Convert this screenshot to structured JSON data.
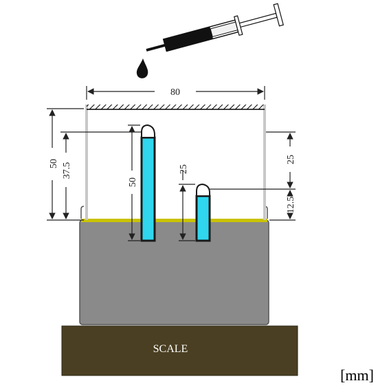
{
  "diagram": {
    "scale_label": "SCALE",
    "units_label": "[mm]",
    "dimensions": {
      "chamber_width": "80",
      "overall_height_left": "50",
      "inner_height_left": "37.5",
      "tall_tube_height": "50",
      "short_tube_height": "25",
      "upper_gap_right": "25",
      "lower_gap_right": "12.5"
    },
    "colors": {
      "base": "#4a3f22",
      "liquid": "#8a8a8a",
      "liquid_surface": "#c9c300",
      "tube_fill": "#2fd6ee",
      "tube_wall": "#1a1a1a",
      "syringe_barrel": "#111111"
    }
  }
}
